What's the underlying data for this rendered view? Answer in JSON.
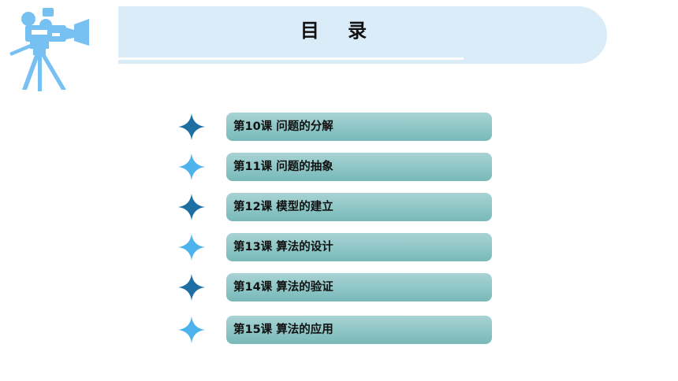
{
  "header": {
    "title": "目 录"
  },
  "menu": {
    "items": [
      {
        "label": "第10课 问题的分解",
        "star_color": "#1d6fa3"
      },
      {
        "label": "第11课 问题的抽象",
        "star_color": "#4db3ec"
      },
      {
        "label": "第12课 模型的建立",
        "star_color": "#1d6fa3"
      },
      {
        "label": "第13课 算法的设计",
        "star_color": "#4db3ec"
      },
      {
        "label": "第14课 算法的验证",
        "star_color": "#1d6fa3"
      },
      {
        "label": "第15课 算法的应用",
        "star_color": "#4db3ec"
      }
    ]
  },
  "colors": {
    "banner": "#d9ecf8",
    "camera": "#77c0f2",
    "pill_top": "#a8d3d4",
    "pill_bottom": "#79b9b9"
  }
}
